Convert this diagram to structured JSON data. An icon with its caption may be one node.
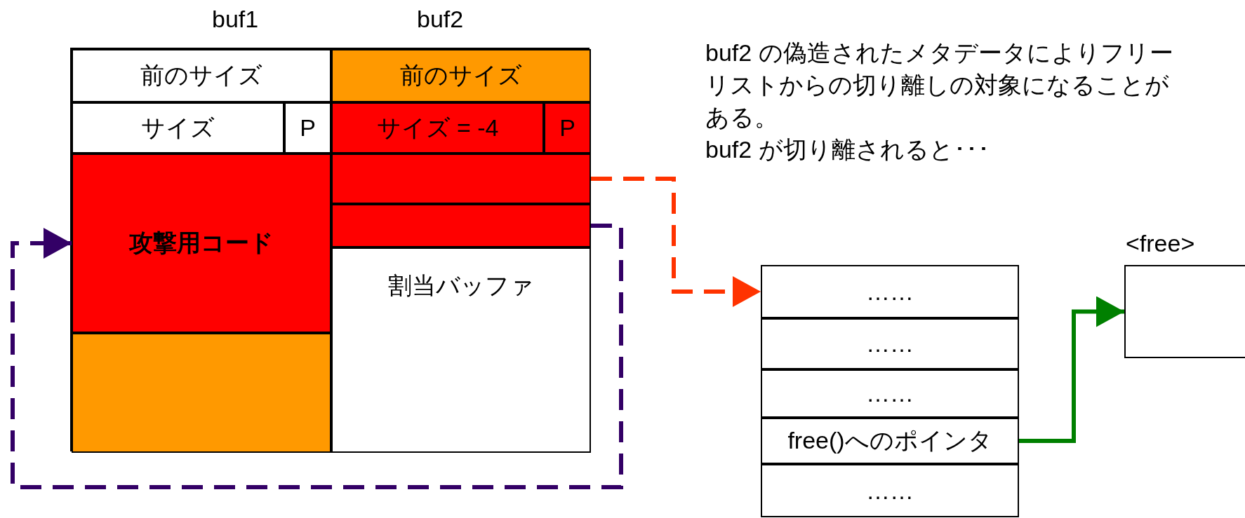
{
  "diagram": {
    "nodes": [
      {
        "text": [
          "buf1"
        ]
      },
      {
        "text": [
          "前のサイズ"
        ],
        "in": 0
      },
      {
        "text": [
          "サイズ"
        ],
        "in": 0
      },
      {
        "text": [
          "P"
        ],
        "in": 0
      },
      {
        "text": [
          "攻撃用コード"
        ],
        "in": 0
      },
      {
        "text": [],
        "shape": "box",
        "in": 0
      },
      {
        "text": [
          "buf2"
        ]
      },
      {
        "text": [
          "前のサイズ"
        ],
        "in": 6
      },
      {
        "text": [
          "サイズ = -4"
        ],
        "in": 6
      },
      {
        "text": [
          "P"
        ],
        "in": 6
      },
      {
        "text": [],
        "shape": "box",
        "in": 6
      },
      {
        "text": [],
        "shape": "box",
        "in": 6
      },
      {
        "text": [
          "割当バッファ"
        ],
        "in": 6
      },
      {
        "text": [
          "……"
        ]
      },
      {
        "text": [
          "……"
        ]
      },
      {
        "text": [
          "……"
        ]
      },
      {
        "text": [
          "free()へのポインタ"
        ]
      },
      {
        "text": [
          "……"
        ]
      },
      {
        "text": [
          "<free>"
        ]
      }
    ],
    "edges": [
      {
        "from": 10,
        "to": 13,
        "arrow": "to",
        "style": "dashed",
        "color": "#ff3300"
      },
      {
        "from": 11,
        "to": 4,
        "arrow": "to",
        "style": "dashed",
        "color": "#330066"
      },
      {
        "from": 16,
        "to": 18,
        "arrow": "to",
        "color": "#008000"
      }
    ],
    "labels": [
      "buf2 の偽造されたメタデータによりフリーリストからの切り離しの対象になることがある。",
      "buf2 が切り離されると･･･"
    ]
  }
}
